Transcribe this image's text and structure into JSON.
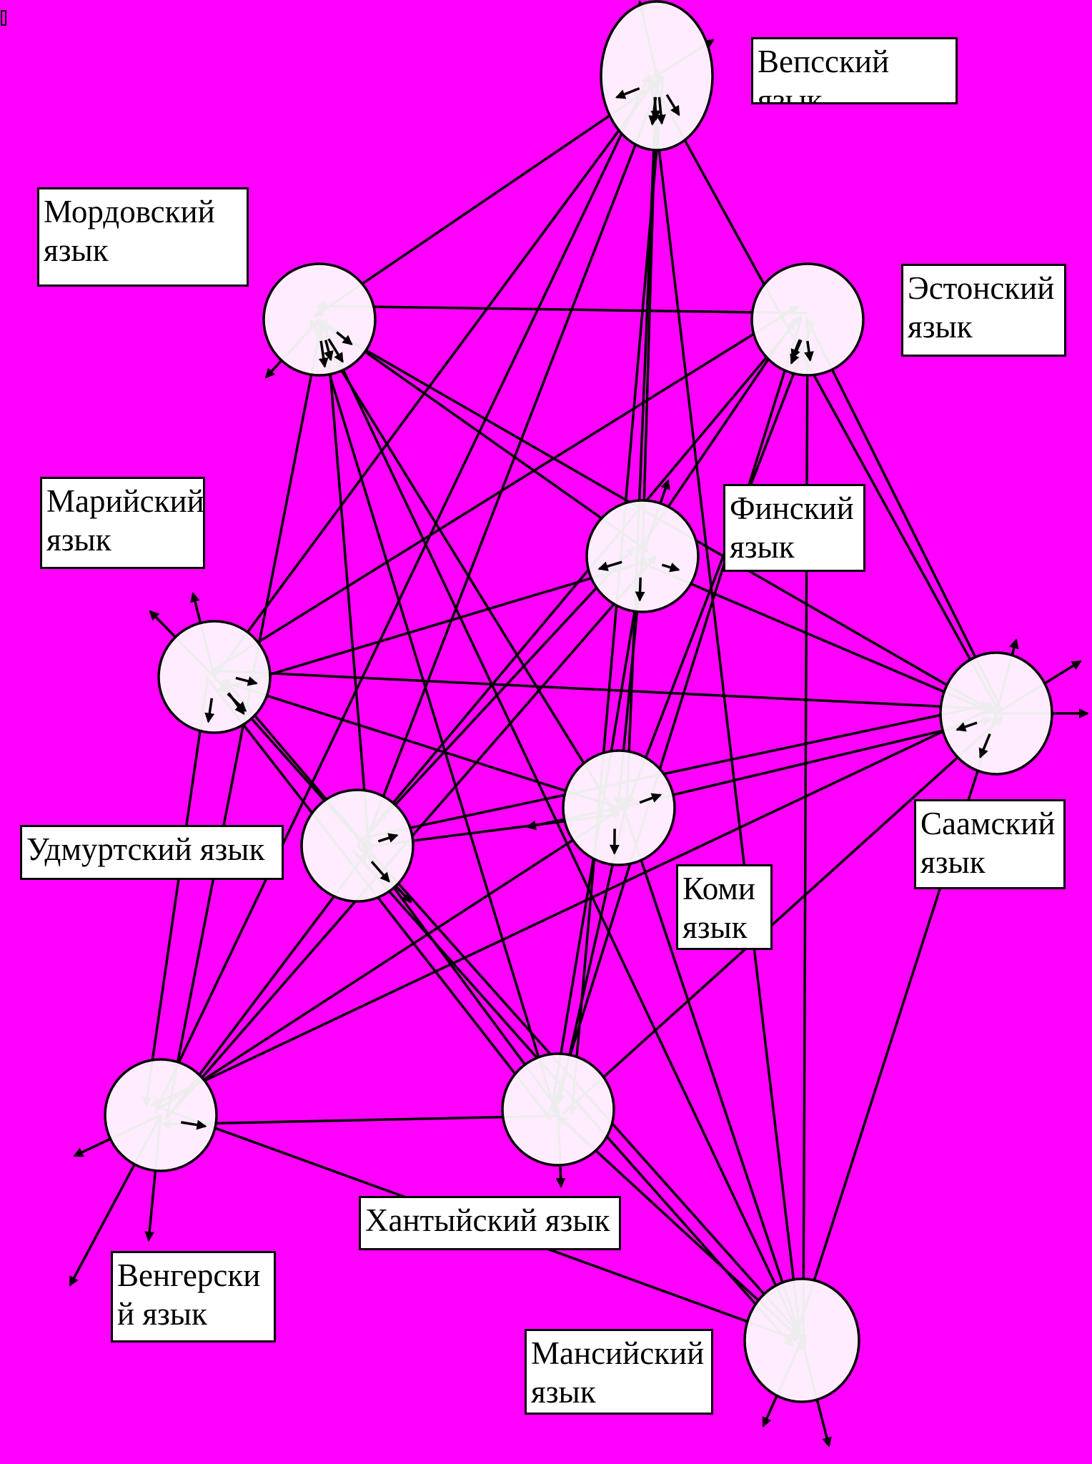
{
  "colors": {
    "background": "#FF00FF",
    "node_fill": "#FFFFFF",
    "stroke": "#000000"
  },
  "nodes": [
    {
      "id": "veps",
      "label": "Вепсский язык"
    },
    {
      "id": "mordva",
      "label": "Мордовский язык"
    },
    {
      "id": "eston",
      "label": "Эстонский язык"
    },
    {
      "id": "mari",
      "label": "Марийский язык"
    },
    {
      "id": "fin",
      "label": "Финский язык"
    },
    {
      "id": "saam",
      "label": "Саамский язык"
    },
    {
      "id": "udm",
      "label": "Удмуртский язык"
    },
    {
      "id": "komi",
      "label": "Коми язык"
    },
    {
      "id": "vengr",
      "label": "Венгерский язык"
    },
    {
      "id": "hant",
      "label": "Хантыйский язык"
    },
    {
      "id": "mans",
      "label": "Мансийский язык"
    }
  ],
  "label_text": {
    "veps": "Вепсский\nязык",
    "mordva": "Мордовский\nязык",
    "eston": "Эстонский\nязык",
    "mari": "Марийский\nязык",
    "fin": "Финский\nязык",
    "saam": "Саамский\nязык",
    "udm": "Удмуртский язык",
    "komi": "Коми\nязык",
    "vengr": "Венгерски\nй язык",
    "hant": "Хантыйский язык",
    "mans": "Мансийский\nязык"
  },
  "edges": [
    [
      "veps",
      "mordva"
    ],
    [
      "veps",
      "fin"
    ],
    [
      "veps",
      "saam"
    ],
    [
      "veps",
      "udm"
    ],
    [
      "veps",
      "komi"
    ],
    [
      "veps",
      "vengr"
    ],
    [
      "veps",
      "hant"
    ],
    [
      "veps",
      "mari"
    ],
    [
      "veps",
      "mans"
    ],
    [
      "mordva",
      "eston"
    ],
    [
      "mordva",
      "fin"
    ],
    [
      "mordva",
      "komi"
    ],
    [
      "mordva",
      "udm"
    ],
    [
      "mordva",
      "saam"
    ],
    [
      "mordva",
      "hant"
    ],
    [
      "mordva",
      "vengr"
    ],
    [
      "mordva",
      "mans"
    ],
    [
      "eston",
      "mari"
    ],
    [
      "eston",
      "komi"
    ],
    [
      "eston",
      "udm"
    ],
    [
      "eston",
      "hant"
    ],
    [
      "eston",
      "saam"
    ],
    [
      "eston",
      "mans"
    ],
    [
      "eston",
      "fin"
    ],
    [
      "fin",
      "mari"
    ],
    [
      "fin",
      "udm"
    ],
    [
      "fin",
      "saam"
    ],
    [
      "fin",
      "vengr"
    ],
    [
      "fin",
      "komi"
    ],
    [
      "fin",
      "hant"
    ],
    [
      "mari",
      "saam"
    ],
    [
      "mari",
      "komi"
    ],
    [
      "mari",
      "hant"
    ],
    [
      "mari",
      "udm"
    ],
    [
      "mari",
      "mans"
    ],
    [
      "udm",
      "komi"
    ],
    [
      "udm",
      "saam"
    ],
    [
      "udm",
      "hant"
    ],
    [
      "udm",
      "mans"
    ],
    [
      "udm",
      "vengr"
    ],
    [
      "komi",
      "saam"
    ],
    [
      "komi",
      "vengr"
    ],
    [
      "komi",
      "hant"
    ],
    [
      "komi",
      "mans"
    ],
    [
      "saam",
      "vengr"
    ],
    [
      "saam",
      "hant"
    ],
    [
      "saam",
      "mans"
    ],
    [
      "vengr",
      "hant"
    ],
    [
      "vengr",
      "mans"
    ],
    [
      "hant",
      "mans"
    ],
    [
      "mari",
      "vengr"
    ]
  ]
}
